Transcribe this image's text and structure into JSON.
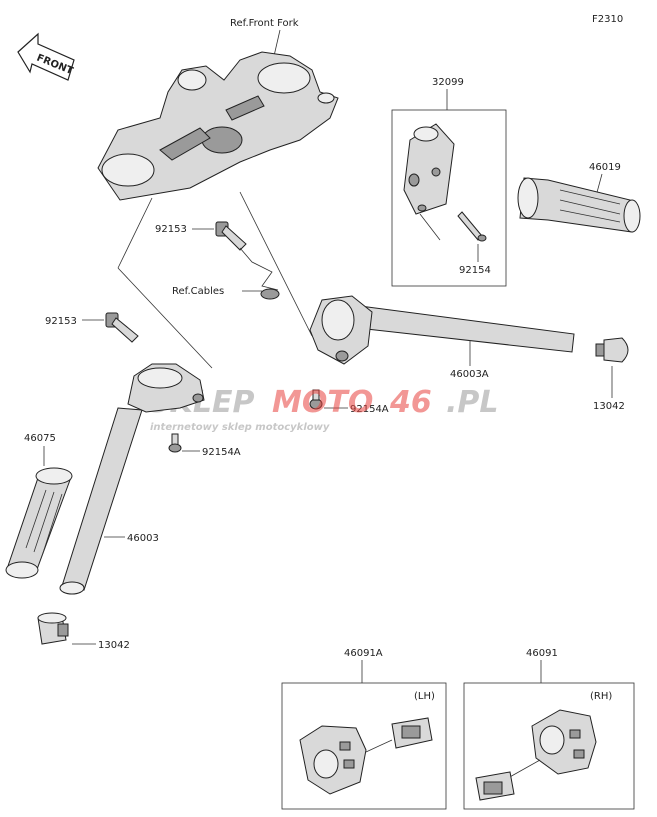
{
  "figure_code": "F2310",
  "front_arrow_text": "FRONT",
  "ref_front_fork": "Ref.Front Fork",
  "ref_cables": "Ref.Cables",
  "watermark": {
    "brand_part1": "SKLEP",
    "brand_part2": "MOTO",
    "brand_part3": "46",
    "brand_part4": ".PL",
    "tagline": "internetowy sklep motocyklowy"
  },
  "parts": {
    "p32099": "32099",
    "p46019": "46019",
    "p92153_top": "92153",
    "p92154_box": "92154",
    "p92153_left": "92153",
    "p46003A": "46003A",
    "p13042_right": "13042",
    "p92154A_right": "92154A",
    "p92154A_left": "92154A",
    "p46075": "46075",
    "p46003": "46003",
    "p13042_left": "13042",
    "p46091A": "46091A",
    "p46091": "46091"
  },
  "switch_labels": {
    "lh": "(LH)",
    "rh": "(RH)"
  },
  "colors": {
    "watermark_red": "#e8433f",
    "watermark_gray": "#9a9a9a",
    "line": "#333333"
  }
}
